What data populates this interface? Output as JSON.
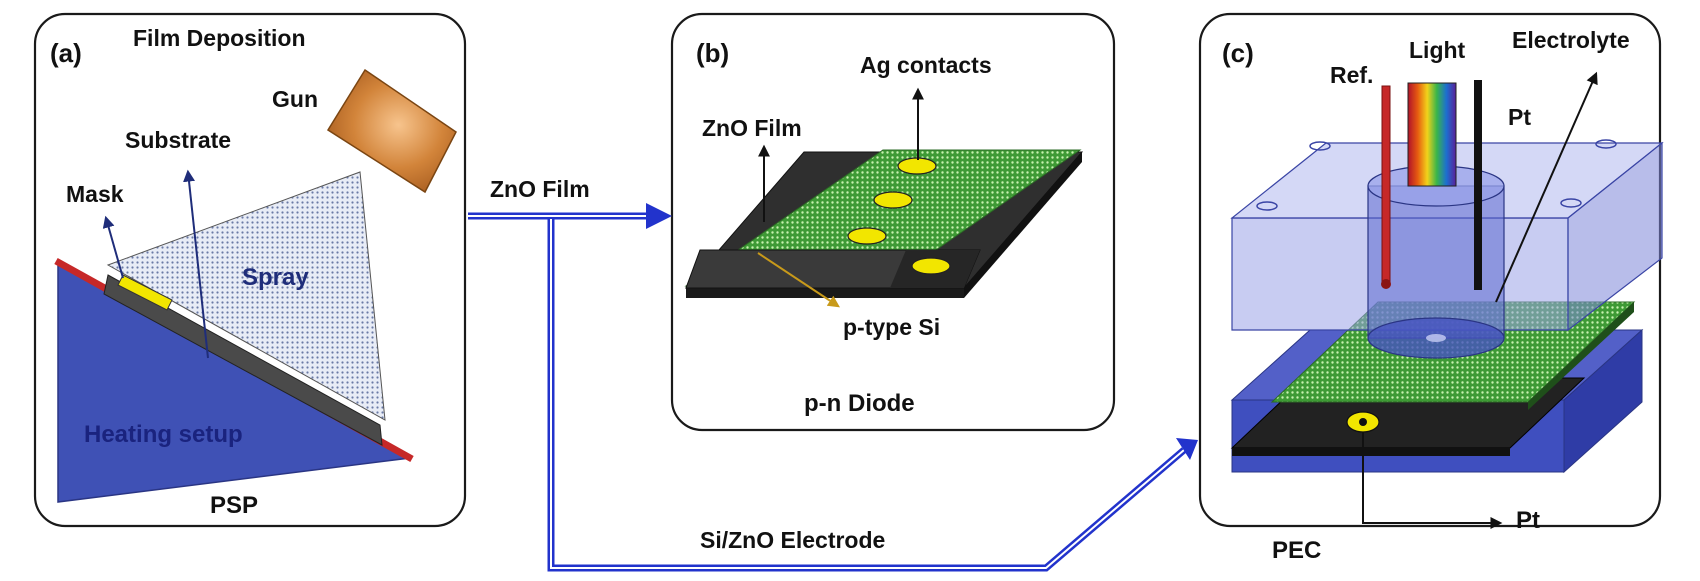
{
  "colors": {
    "heater_blue": "#3f51b5",
    "heater_red": "#c62828",
    "gun_orange": "#c8742a",
    "film_green": "#3e9a35",
    "contact_yellow": "#f2e600",
    "connector_blue": "#2233cc",
    "tank_blue": "#7a85d8"
  },
  "icons": {
    "gun": "spray-gun-icon",
    "light": "light-beam-icon"
  },
  "panel_a": {
    "tag": "(a)",
    "title": "Film Deposition",
    "gun_label": "Gun",
    "substrate_label": "Substrate",
    "mask_label": "Mask",
    "spray_label": "Spray",
    "heater_label": "Heating setup",
    "footer": "PSP"
  },
  "panel_b": {
    "tag": "(b)",
    "contacts_label": "Ag contacts",
    "film_label": "ZnO Film",
    "si_label": "p-type  Si",
    "footer": "p-n Diode"
  },
  "panel_c": {
    "tag": "(c)",
    "light_label": "Light",
    "electrolyte_label": "Electrolyte",
    "ref_label": "Ref.",
    "pt_top_label": "Pt",
    "pt_bottom_label": "Pt",
    "footer": "PEC"
  },
  "connectors": {
    "to_diode": "ZnO Film",
    "to_pec": "Si/ZnO Electrode"
  }
}
